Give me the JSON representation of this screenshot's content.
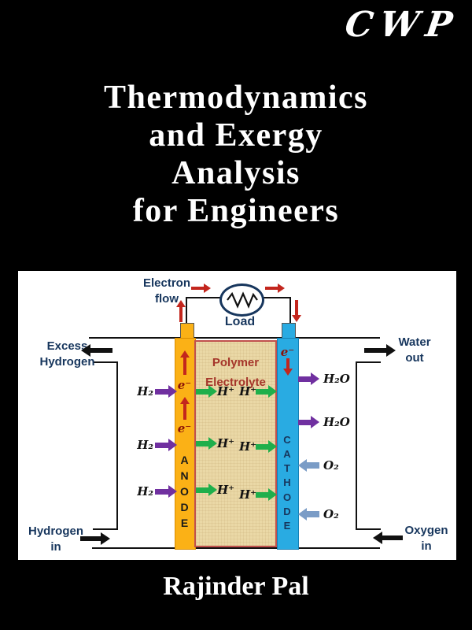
{
  "cover": {
    "publisher_logo": "CWP",
    "title_lines": [
      "Thermodynamics",
      "and Exergy",
      "Analysis",
      "for Engineers"
    ],
    "author": "Rajinder Pal"
  },
  "diagram": {
    "electron_flow": [
      "Electron",
      "flow"
    ],
    "load": "Load",
    "excess_hydrogen": [
      "Excess",
      "Hydrogen"
    ],
    "water_out": [
      "Water",
      "out"
    ],
    "hydrogen_in": [
      "Hydrogen",
      "in"
    ],
    "oxygen_in": [
      "Oxygen",
      "in"
    ],
    "polymer_electrolyte": [
      "Polymer",
      "Electrolyte"
    ],
    "anode_letters": [
      "A",
      "N",
      "O",
      "D",
      "E"
    ],
    "cathode_letters": [
      "C",
      "A",
      "T",
      "H",
      "O",
      "D",
      "E"
    ],
    "species": {
      "h2": "H₂",
      "h_plus": "H⁺",
      "h2o": "H₂O",
      "o2": "O₂",
      "electron": "e⁻"
    },
    "colors": {
      "anode": "#FBB116",
      "cathode": "#29ABE2",
      "electrolyte": "#EAD8A6",
      "electrolyte_border": "#C0504D",
      "label_navy": "#17365D",
      "arrow_red": "#C3261D",
      "arrow_purple": "#7030A0",
      "arrow_green": "#1FAF4B",
      "arrow_blue": "#7A9CC6",
      "text_dark_red": "#A5352A",
      "arrow_black": "#111111"
    }
  }
}
